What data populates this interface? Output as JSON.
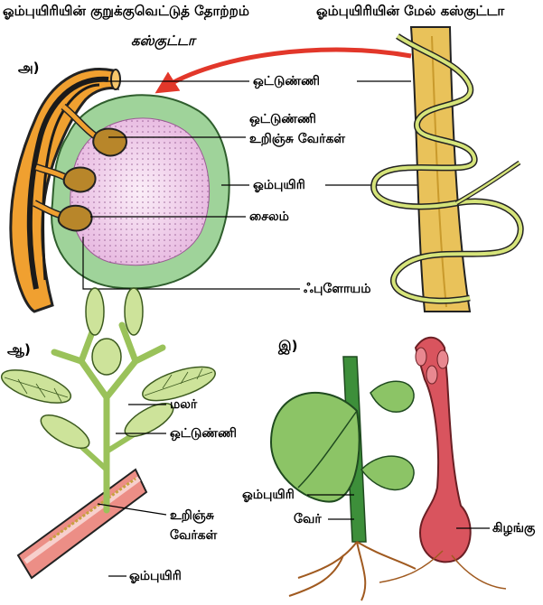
{
  "titles": {
    "cross_section_line1": "ஓம்புயிரியின் குறுக்குவெட்டுத் தோற்றம்",
    "cross_section_line2": "கஸ்குட்டா",
    "on_host": "ஓம்புயிரியின் மேல் கஸ்குட்டா"
  },
  "part_labels": {
    "a": "அ)",
    "aa": "ஆ)",
    "i": "இ)"
  },
  "labels_a": {
    "stem": "ஒட்டுண்ணி",
    "haustoria_line1": "ஒட்டுண்ணி",
    "haustoria_line2": "உறிஞ்சு வேர்கள்",
    "host": "ஓம்புயிரி",
    "xylem": "சைலம்",
    "phloem": "ஃபுளோயம்"
  },
  "labels_aa": {
    "flower": "மலர்",
    "parasite": "ஒட்டுண்ணி",
    "haustoria_line1": "உறிஞ்சு",
    "haustoria_line2": "வேர்கள்",
    "host": "ஓம்புயிரி"
  },
  "labels_i": {
    "host": "ஓம்புயிரி",
    "root": "வேர்",
    "tuber": "கிழங்கு"
  },
  "colors": {
    "parasite_orange": "#f0a030",
    "cortex_green": "#9fd39a",
    "stele_pink": "#f3d3ef",
    "haustoria_brown": "#b8862a",
    "host_stem_tan": "#e9c25a",
    "leaf_green": "#8cc466",
    "arrow_red": "#e2372a",
    "tuber_red": "#d9545e"
  }
}
